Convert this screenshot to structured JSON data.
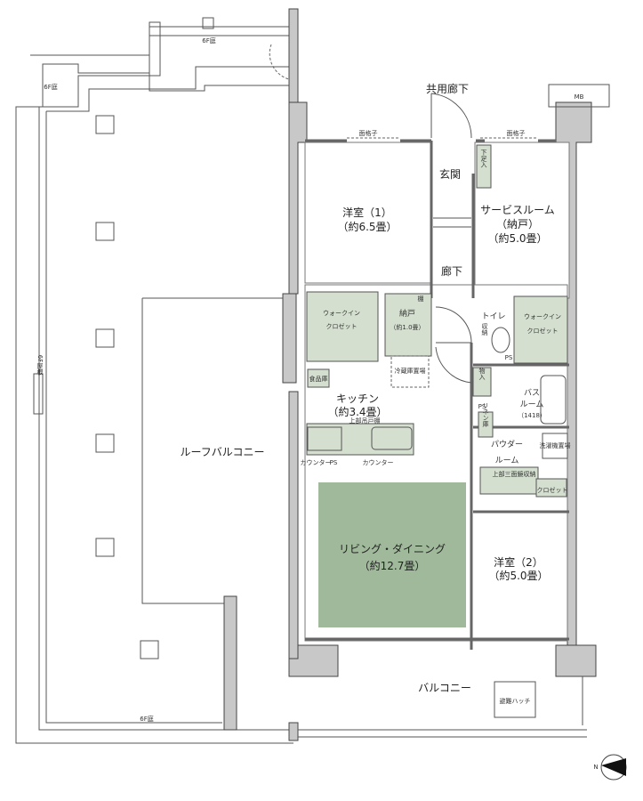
{
  "exterior": {
    "garden_top": "6F庭",
    "garden_left": "6F庭",
    "roof": "6F屋根",
    "garden_bottom": "6F庭",
    "roof_balcony": "ルーフバルコニー",
    "balcony": "バルコニー",
    "hatch": "避難ハッチ",
    "corridor": "共用廊下",
    "mb": "MB",
    "grille_1": "面格子",
    "grille_2": "面格子"
  },
  "rooms": {
    "entrance": "玄関",
    "shoe_box": "下足入",
    "western1": {
      "name": "洋室（1）",
      "size": "（約6.5畳）"
    },
    "service": {
      "name": "サービスルーム",
      "sub": "（納戸）",
      "size": "（約5.0畳）"
    },
    "hallway": "廊下",
    "wic1": {
      "line1": "ウォークイン",
      "line2": "クロゼット"
    },
    "storage": {
      "name": "納戸",
      "size": "（約1.0畳）",
      "shelf": "棚"
    },
    "toilet": "トイレ",
    "toilet_storage": "収納",
    "ps_toilet": "PS",
    "wic2": {
      "line1": "ウォークイン",
      "line2": "クロゼット"
    },
    "fridge": "冷蔵庫置場",
    "pantry": "食品庫",
    "closet_small": "物入",
    "bath": {
      "line1": "バス",
      "line2": "ルーム",
      "size": "（1418）"
    },
    "ps_bath": "PS",
    "linen": "リネン庫",
    "kitchen": {
      "name": "キッチン",
      "size": "（約3.4畳）",
      "cabinet": "上部吊戸棚"
    },
    "counter_left": "カウンター",
    "ps_kitchen": "PS",
    "counter_right": "カウンター",
    "powder": {
      "line1": "パウダー",
      "line2": "ルーム",
      "washer": "洗濯機置場",
      "mirror": "上部三面鏡収納",
      "closet": "クロゼット"
    },
    "living": {
      "name": "リビング・ダイニング",
      "size": "（約12.7畳）"
    },
    "western2": {
      "name": "洋室（2）",
      "size": "（約5.0畳）"
    }
  },
  "compass": "N"
}
